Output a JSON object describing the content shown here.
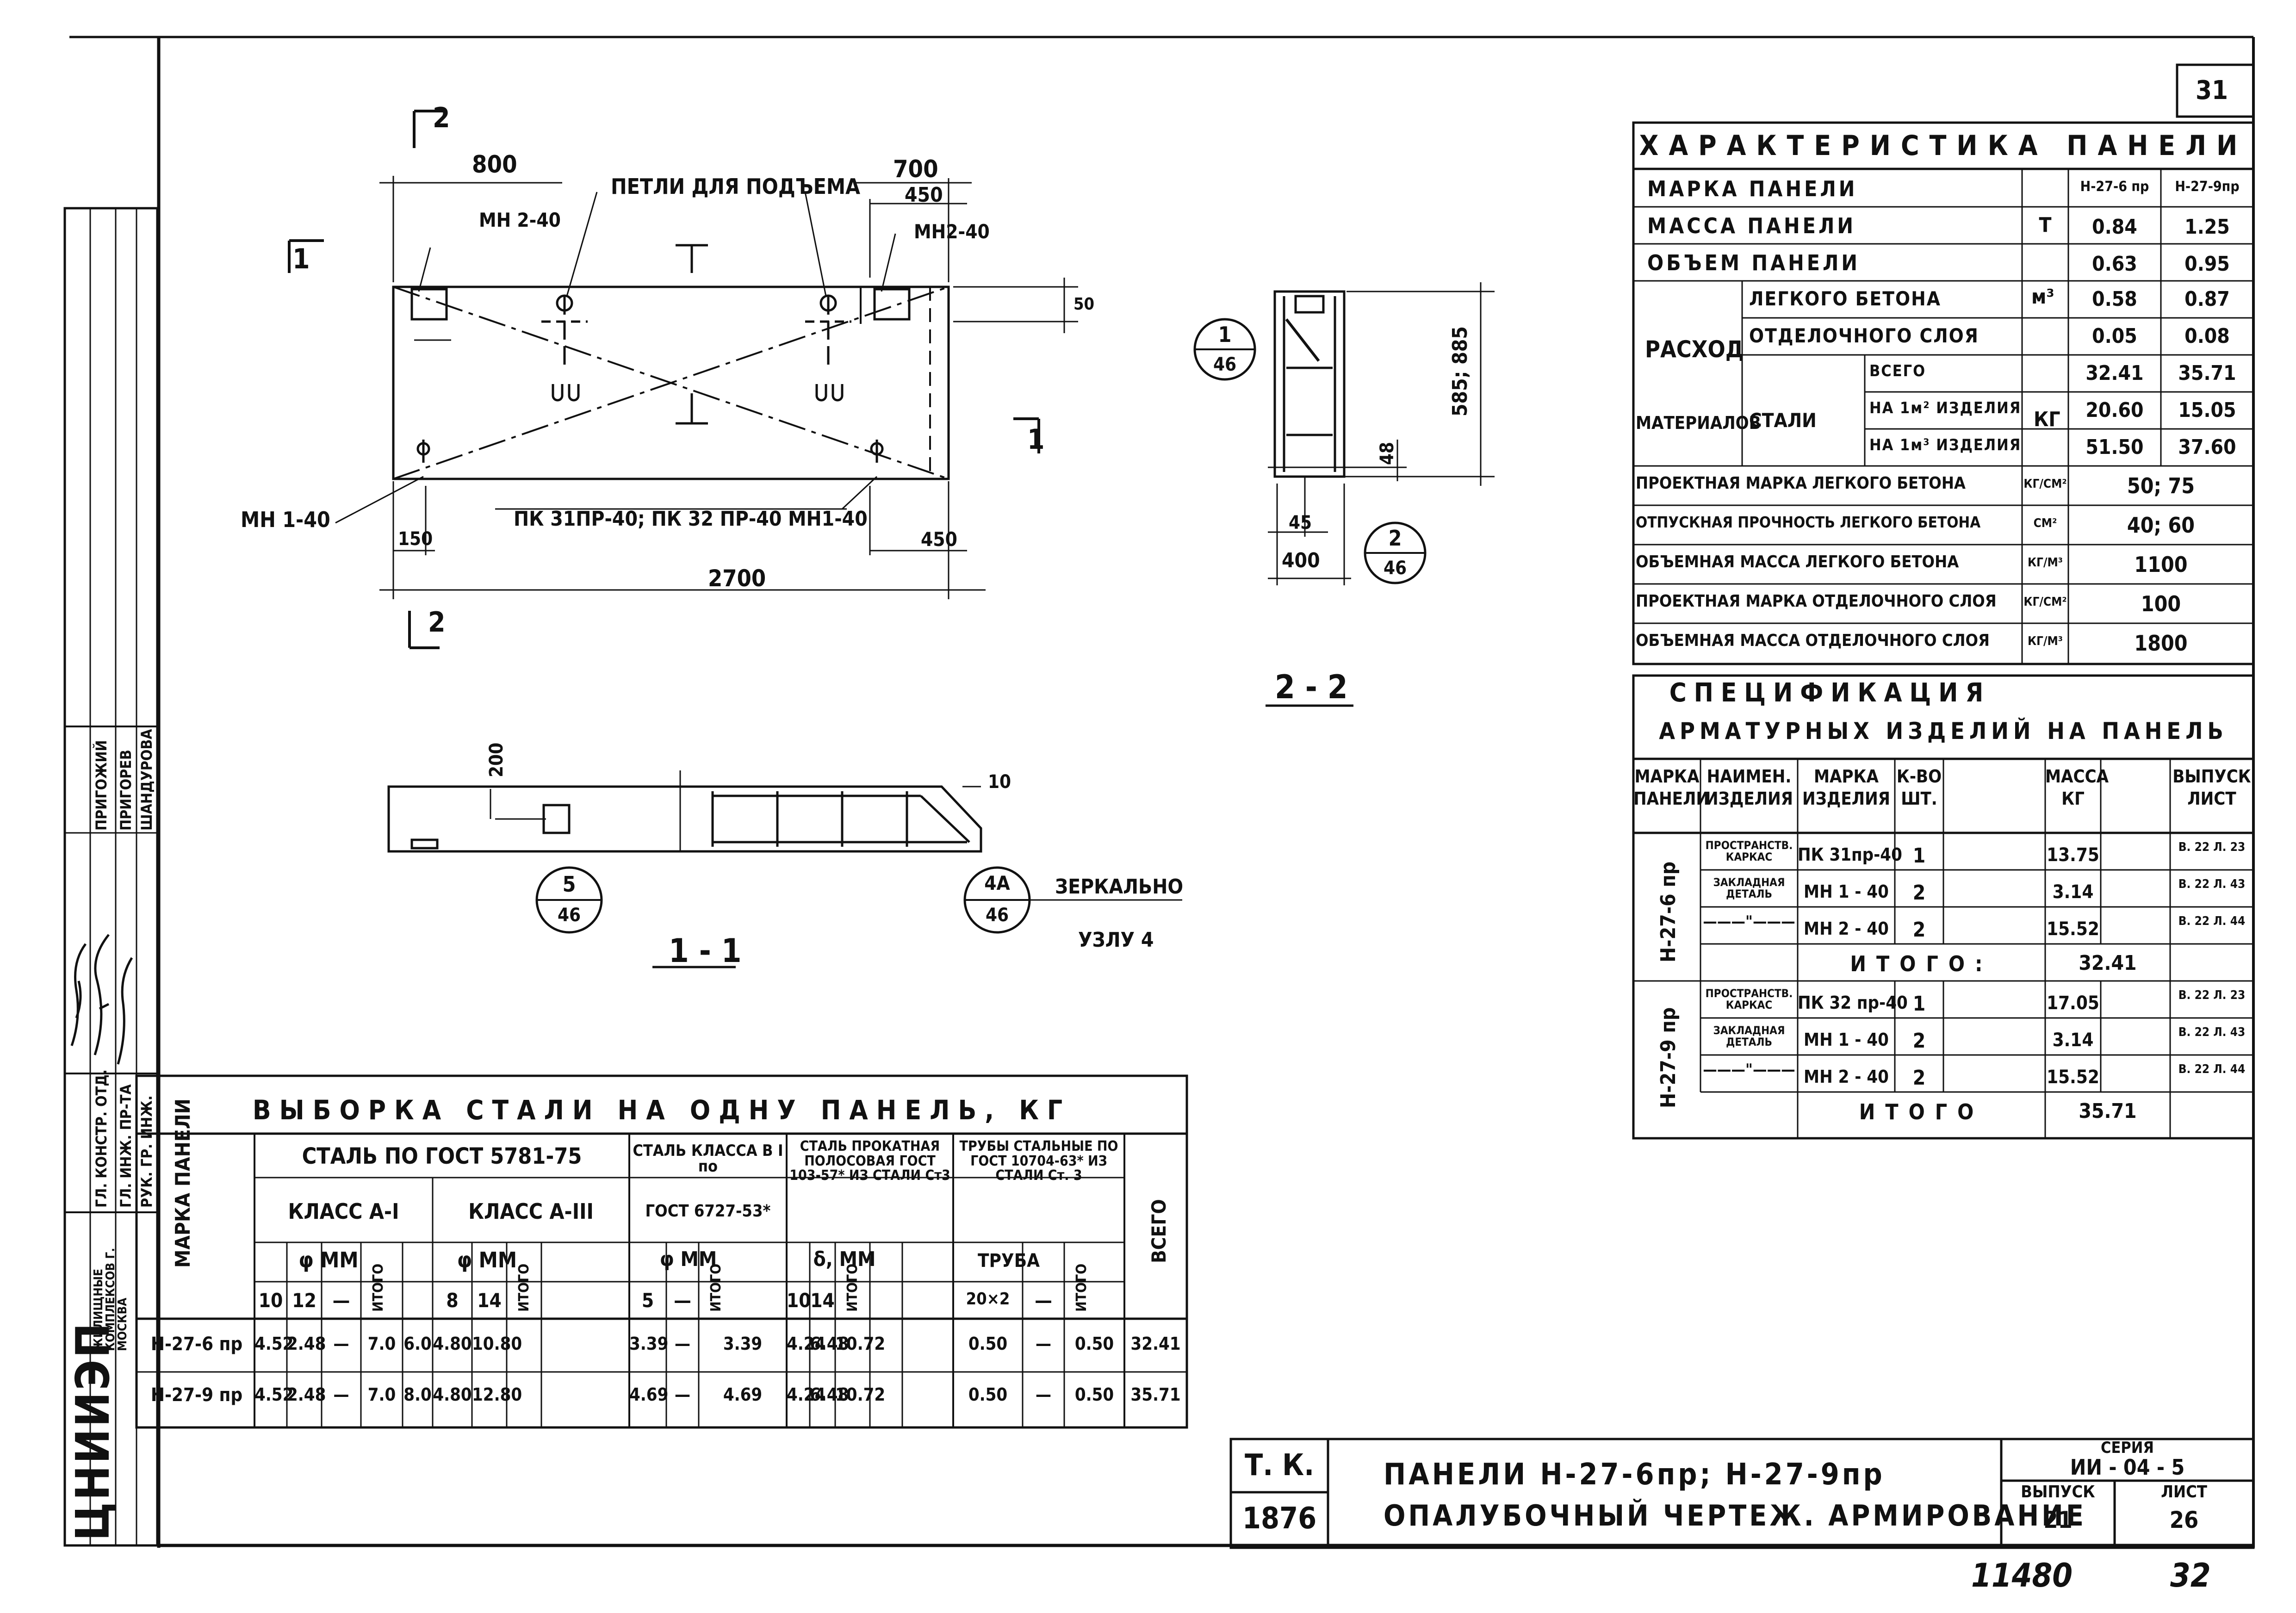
{
  "sheet_number": "31",
  "footer_numbers": {
    "left": "11480",
    "right": "32"
  },
  "drawing": {
    "dims": {
      "d800": "800",
      "d700": "700",
      "d450_top": "450",
      "d450_bot": "450",
      "d150": "150",
      "d2700": "2700",
      "d585": "585; 885",
      "d48": "48",
      "d45": "45",
      "d400": "400",
      "d200": "200",
      "d10": "10",
      "d50": "50"
    },
    "labels": {
      "loops": "ПЕТЛИ ДЛЯ ПОДЪЕМА",
      "mn240_left": "МН 2-40",
      "mn240_right": "МН2-40",
      "mn140": "МН 1-40",
      "pk": "ПК 31ПР-40; ПК 32 ПР-40 МН1-40",
      "mirror": "ЗЕРКАЛЬНО",
      "node": "УЗЛУ 4"
    },
    "sections": {
      "s11": "1 - 1",
      "s22": "2 - 2",
      "cut1": "1",
      "cut2": "2"
    },
    "bubbles": [
      {
        "top": "1",
        "bottom": "46"
      },
      {
        "top": "2",
        "bottom": "46"
      },
      {
        "top": "5",
        "bottom": "46"
      },
      {
        "top": "4А",
        "bottom": "46"
      }
    ]
  },
  "characteristics": {
    "title": "ХАРАКТЕРИСТИКА ПАНЕЛИ",
    "rows": [
      {
        "label": "МАРКА ПАНЕЛИ",
        "unit": "",
        "a": "Н-27-6 пр",
        "b": "Н-27-9пр"
      },
      {
        "label": "МАССА ПАНЕЛИ",
        "unit": "Т",
        "a": "0.84",
        "b": "1.25"
      },
      {
        "label": "ОБЪЕМ ПАНЕЛИ",
        "unit": "",
        "a": "0.63",
        "b": "0.95"
      }
    ],
    "consumption_label1": "РАСХОД",
    "consumption_label2": "МАТЕРИАЛОВ",
    "steel_label": "СТАЛИ",
    "unit_m3": "м³",
    "unit_kg": "КГ",
    "consumption": [
      {
        "label": "ЛЕГКОГО БЕТОНА",
        "a": "0.58",
        "b": "0.87"
      },
      {
        "label": "ОТДЕЛОЧНОГО СЛОЯ",
        "a": "0.05",
        "b": "0.08"
      },
      {
        "label": "ВСЕГО",
        "a": "32.41",
        "b": "35.71"
      },
      {
        "label": "НА 1м² ИЗДЕЛИЯ",
        "a": "20.60",
        "b": "15.05"
      },
      {
        "label": "НА 1м³ ИЗДЕЛИЯ",
        "a": "51.50",
        "b": "37.60"
      }
    ],
    "props": [
      {
        "label": "ПРОЕКТНАЯ МАРКА ЛЕГКОГО БЕТОНА",
        "unit": "КГ/СМ²",
        "val": "50; 75"
      },
      {
        "label": "ОТПУСКНАЯ ПРОЧНОСТЬ ЛЕГКОГО БЕТОНА",
        "unit": "СМ²",
        "val": "40; 60"
      },
      {
        "label": "ОБЪЕМНАЯ МАССА ЛЕГКОГО БЕТОНА",
        "unit": "КГ/М³",
        "val": "1100"
      },
      {
        "label": "ПРОЕКТНАЯ МАРКА ОТДЕЛОЧНОГО СЛОЯ",
        "unit": "КГ/СМ²",
        "val": "100"
      },
      {
        "label": "ОБЪЕМНАЯ МАССА ОТДЕЛОЧНОГО СЛОЯ",
        "unit": "КГ/М³",
        "val": "1800"
      }
    ]
  },
  "specification": {
    "title1": "СПЕЦИФИКАЦИЯ",
    "title2": "АРМАТУРНЫХ ИЗДЕЛИЙ НА ПАНЕЛЬ",
    "headers": [
      "МАРКА ПАНЕЛИ",
      "НАИМЕН. ИЗДЕЛИЯ",
      "МАРКА ИЗДЕЛИЯ",
      "К-ВО ШТ.",
      "МАССА КГ",
      "ВЫПУСК ЛИСТ"
    ],
    "groups": [
      {
        "panel": "Н-27-6 пр",
        "rows": [
          {
            "name": "ПРОСТРАНСТВ. КАРКАС",
            "mark": "ПК 31пр-40",
            "qty": "1",
            "mass": "13.75",
            "sheet": "В. 22 Л. 23"
          },
          {
            "name": "ЗАКЛАДНАЯ ДЕТАЛЬ",
            "mark": "МН 1 - 40",
            "qty": "2",
            "mass": "3.14",
            "sheet": "В. 22 Л. 43"
          },
          {
            "name": "———\"———",
            "mark": "МН 2 - 40",
            "qty": "2",
            "mass": "15.52",
            "sheet": "В. 22 Л. 44"
          }
        ],
        "total_label": "ИТОГО:",
        "total": "32.41"
      },
      {
        "panel": "Н-27-9 пр",
        "rows": [
          {
            "name": "ПРОСТРАНСТВ. КАРКАС",
            "mark": "ПК 32 пр-40",
            "qty": "1",
            "mass": "17.05",
            "sheet": "В. 22 Л. 23"
          },
          {
            "name": "ЗАКЛАДНАЯ ДЕТАЛЬ",
            "mark": "МН 1 - 40",
            "qty": "2",
            "mass": "3.14",
            "sheet": "В. 22 Л. 43"
          },
          {
            "name": "———\"———",
            "mark": "МН 2 - 40",
            "qty": "2",
            "mass": "15.52",
            "sheet": "В. 22 Л. 44"
          }
        ],
        "total_label": "ИТОГО",
        "total": "35.71"
      }
    ]
  },
  "steel": {
    "title": "ВЫБОРКА СТАЛИ НА ОДНУ ПАНЕЛЬ, КГ",
    "col_mark": "МАРКА ПАНЕЛИ",
    "col_gost5781": "СТАЛЬ ПО ГОСТ 5781-75",
    "class_a1": "КЛАСС А-I",
    "class_a3": "КЛАСС А-III",
    "col_vr1": "СТАЛЬ КЛАССА В I по",
    "gost6727": "ГОСТ 6727-53*",
    "col_strip": "СТАЛЬ ПРОКАТНАЯ ПОЛОСОВАЯ ГОСТ 103-57* ИЗ СТАЛИ Ст3",
    "col_pipes": "ТРУБЫ СТАЛЬНЫЕ ПО ГОСТ 10704-63* ИЗ СТАЛИ Ст. 3",
    "col_total": "ВСЕГО",
    "phi_mm": "φ ММ",
    "delta_mm": "δ, ММ",
    "pipe": "ТРУБА",
    "itogo": "ИТОГО",
    "sub": [
      "10",
      "12",
      "—",
      "8",
      "14",
      "5",
      "—",
      "10",
      "14",
      "20×2",
      "—"
    ],
    "rows": [
      {
        "mark": "Н-27-6 пр",
        "vals": [
          "4.52",
          "2.48",
          "—",
          "7.0",
          "6.0",
          "4.80",
          "10.80",
          "3.39",
          "—",
          "3.39",
          "4.24",
          "6.48",
          "10.72",
          "0.50",
          "—",
          "0.50",
          "32.41"
        ]
      },
      {
        "mark": "Н-27-9 пр",
        "vals": [
          "4.52",
          "2.48",
          "—",
          "7.0",
          "8.0",
          "4.80",
          "12.80",
          "4.69",
          "—",
          "4.69",
          "4.24",
          "6.48",
          "10.72",
          "0.50",
          "—",
          "0.50",
          "35.71"
        ]
      }
    ]
  },
  "title_block": {
    "tk": "Т. К.",
    "num": "1876",
    "line1": "ПАНЕЛИ Н-27-6пр; Н-27-9пр",
    "line2": "ОПАЛУБОЧНЫЙ ЧЕРТЕЖ. АРМИРОВАНИЕ",
    "series_label": "СЕРИЯ",
    "series": "ИИ - 04 - 5",
    "issue_label": "ВЫПУСК",
    "issue": "21",
    "sheet_label": "ЛИСТ",
    "sheet": "26"
  },
  "stamp": {
    "org": "ЦНИИЭП",
    "org_sub": "ЖИЛИЩНЫЕ КОМПЛЕКСОВ Г. МОСКВА",
    "roles": [
      "ГЛ. КОНСТР. ОТД.",
      "ГЛ. ИНЖ. ПР-ТА",
      "РУК. ГР. ИНЖ."
    ],
    "names": [
      "ПРИГОЖИЙ",
      "ПРИГОРЕВ",
      "ШАНДУРОВА"
    ]
  }
}
